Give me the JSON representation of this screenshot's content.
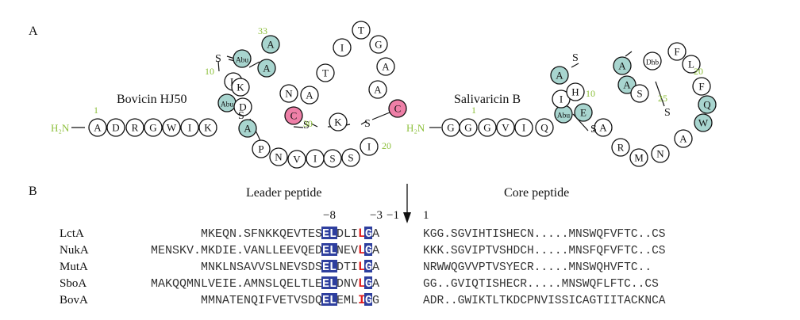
{
  "panel_a": {
    "label": "A",
    "bovicin": {
      "name": "Bovicin HJ50",
      "n_terminus": "H₂N",
      "residues": [
        "A",
        "D",
        "R",
        "G",
        "W",
        "I",
        "K",
        "Abu",
        "L",
        "Abu",
        "K",
        "D",
        "A",
        "P",
        "N",
        "V",
        "I",
        "S",
        "S",
        "I",
        "C",
        "A",
        "T",
        "I",
        "T",
        "G",
        "A",
        "A",
        "K",
        "C",
        "N",
        "A",
        "A",
        "S",
        "S"
      ],
      "numbers": [
        "1",
        "10",
        "20",
        "30",
        "33"
      ],
      "bridges": [
        "S",
        "S",
        "S",
        "S"
      ]
    },
    "salivaricin": {
      "name": "Salivaricin B",
      "n_terminus": "H₂N",
      "residues": [
        "G",
        "G",
        "G",
        "V",
        "I",
        "Q",
        "Abu",
        "I",
        "A",
        "H",
        "A",
        "Dhb",
        "F",
        "L",
        "F",
        "Q",
        "W",
        "A",
        "N",
        "M",
        "R",
        "A",
        "E",
        "A",
        "S"
      ],
      "numbers": [
        "1",
        "10",
        "20",
        "25"
      ],
      "bridges": [
        "S",
        "S",
        "S"
      ]
    },
    "colors": {
      "outline": "#111111",
      "teal": "#a8d5cf",
      "pink": "#ee7fa7",
      "green_number": "#8cbf3a"
    }
  },
  "panel_b": {
    "label": "B",
    "leader_title": "Leader peptide",
    "core_title": "Core peptide",
    "positions": [
      "−8",
      "−3",
      "−1",
      "1"
    ],
    "rows": [
      {
        "name": "LctA",
        "leader_pre": "MKEQN.SFNKKQEVTES",
        "box": "EL",
        "leader_mid": "DLI",
        "red": "LG",
        "leader_post": "A",
        "core": "KGG.SGVIHTISHECN.....MNSWQFVFTC..CS"
      },
      {
        "name": "NukA",
        "leader_pre": "MENSKV.MKDIE.VANLLEEVQED",
        "box": "EL",
        "leader_mid": "NEV",
        "red": "LG",
        "leader_post": "A",
        "core": "KKK.SGVIPTVSHDCH.....MNSFQFVFTC..CS"
      },
      {
        "name": "MutA",
        "leader_pre": "MNKLNSAVVSLNEVSDS",
        "box": "EL",
        "leader_mid": "DTI",
        "red": "LG",
        "leader_post": "A",
        "core": "NRWWQGVVPTVSYECR.....MNSWQHVFTC.."
      },
      {
        "name": "SboA",
        "leader_pre": "MAKQQMNLVEIE.AMNSLQELTLE",
        "box": "EL",
        "leader_mid": "DNV",
        "red": "LG",
        "leader_post": "A",
        "core": "GG..GVIQTISHECR.....MNSWQFLFTC..CS"
      },
      {
        "name": "BovA",
        "leader_pre": "MMNATENQIFVETVSDQ",
        "box": "EL",
        "leader_mid": "EML",
        "red": "IG",
        "leader_post": "G",
        "core": "ADR..GWIKTLTKDCPNVISSICAGTIITACKNCA"
      }
    ],
    "colors": {
      "box": "#2e3f9e",
      "red": "#e02020"
    }
  }
}
